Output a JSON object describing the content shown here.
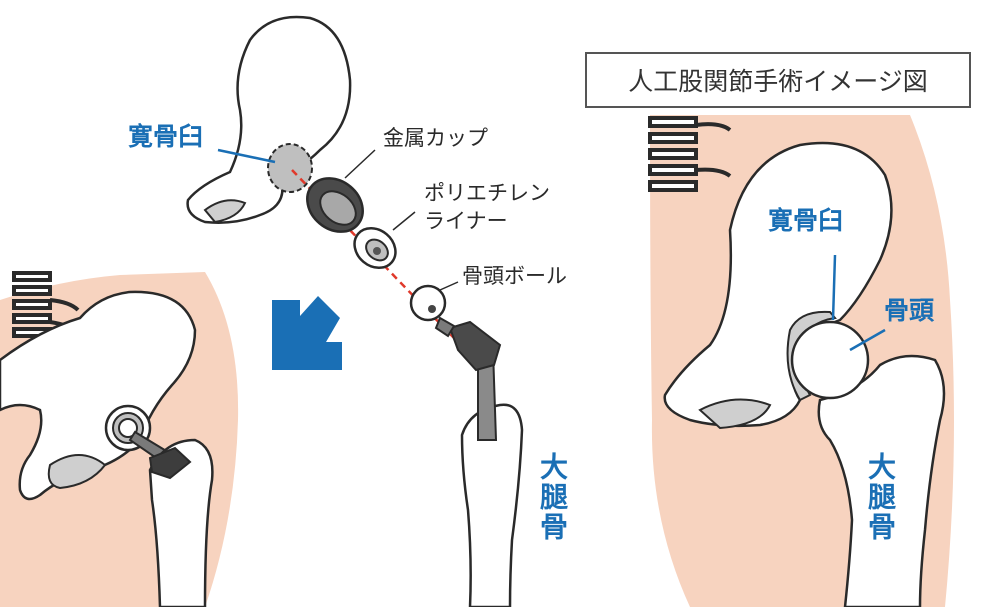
{
  "title": "人工股関節手術イメージ図",
  "labels": {
    "acetabulum": "寛骨臼",
    "metal_cup": "金属カップ",
    "liner_line1": "ポリエチレン",
    "liner_line2": "ライナー",
    "head_ball": "骨頭ボール",
    "femur": "大腿骨",
    "acetabulum_right": "寛骨臼",
    "femoral_head": "骨頭",
    "femur_right": "大腿骨"
  },
  "colors": {
    "accent_blue": "#1a6fb5",
    "skin": "#f7d3bf",
    "bone": "#ffffff",
    "bone_outline": "#2a2a2a",
    "cartilage_gray": "#cfcfcf",
    "dashed_line": "#e0392b"
  },
  "icons": {
    "arrow": "down-left-arrow-icon"
  }
}
